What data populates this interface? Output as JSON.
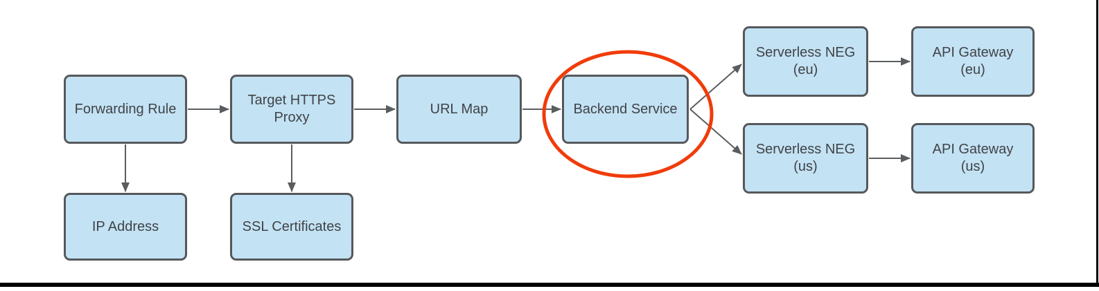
{
  "diagram": {
    "type": "flowchart",
    "nodes": [
      {
        "id": "forwarding-rule",
        "label": "Forwarding Rule",
        "lines": [
          "Forwarding Rule"
        ]
      },
      {
        "id": "target-https-proxy",
        "label": "Target HTTPS Proxy",
        "lines": [
          "Target HTTPS",
          "Proxy"
        ]
      },
      {
        "id": "url-map",
        "label": "URL Map",
        "lines": [
          "URL Map"
        ]
      },
      {
        "id": "backend-service",
        "label": "Backend Service",
        "lines": [
          "Backend Service"
        ],
        "highlighted": true
      },
      {
        "id": "serverless-neg-eu",
        "label": "Serverless NEG (eu)",
        "lines": [
          "Serverless NEG",
          "(eu)"
        ]
      },
      {
        "id": "api-gateway-eu",
        "label": "API Gateway (eu)",
        "lines": [
          "API Gateway",
          "(eu)"
        ]
      },
      {
        "id": "serverless-neg-us",
        "label": "Serverless NEG (us)",
        "lines": [
          "Serverless NEG",
          "(us)"
        ]
      },
      {
        "id": "api-gateway-us",
        "label": "API Gateway (us)",
        "lines": [
          "API Gateway",
          "(us)"
        ]
      },
      {
        "id": "ip-address",
        "label": "IP Address",
        "lines": [
          "IP Address"
        ]
      },
      {
        "id": "ssl-certificates",
        "label": "SSL Certificates",
        "lines": [
          "SSL Certificates"
        ]
      }
    ],
    "edges": [
      {
        "from": "Forwarding Rule",
        "to": "Target HTTPS Proxy"
      },
      {
        "from": "Forwarding Rule",
        "to": "IP Address"
      },
      {
        "from": "Target HTTPS Proxy",
        "to": "URL Map"
      },
      {
        "from": "Target HTTPS Proxy",
        "to": "SSL Certificates"
      },
      {
        "from": "URL Map",
        "to": "Backend Service"
      },
      {
        "from": "Backend Service",
        "to": "Serverless NEG (eu)"
      },
      {
        "from": "Backend Service",
        "to": "Serverless NEG (us)"
      },
      {
        "from": "Serverless NEG (eu)",
        "to": "API Gateway (eu)"
      },
      {
        "from": "Serverless NEG (us)",
        "to": "API Gateway (us)"
      }
    ],
    "annotation": {
      "shape": "ellipse",
      "around": "Backend Service",
      "color": "#F03C0A"
    },
    "colors": {
      "node_fill": "#C3E2F4",
      "node_border": "#55585B",
      "node_text": "#404347",
      "arrow": "#5A5D5F",
      "highlight": "#F03C0A",
      "background": "#FFFFFF",
      "frame": "#000000"
    }
  }
}
